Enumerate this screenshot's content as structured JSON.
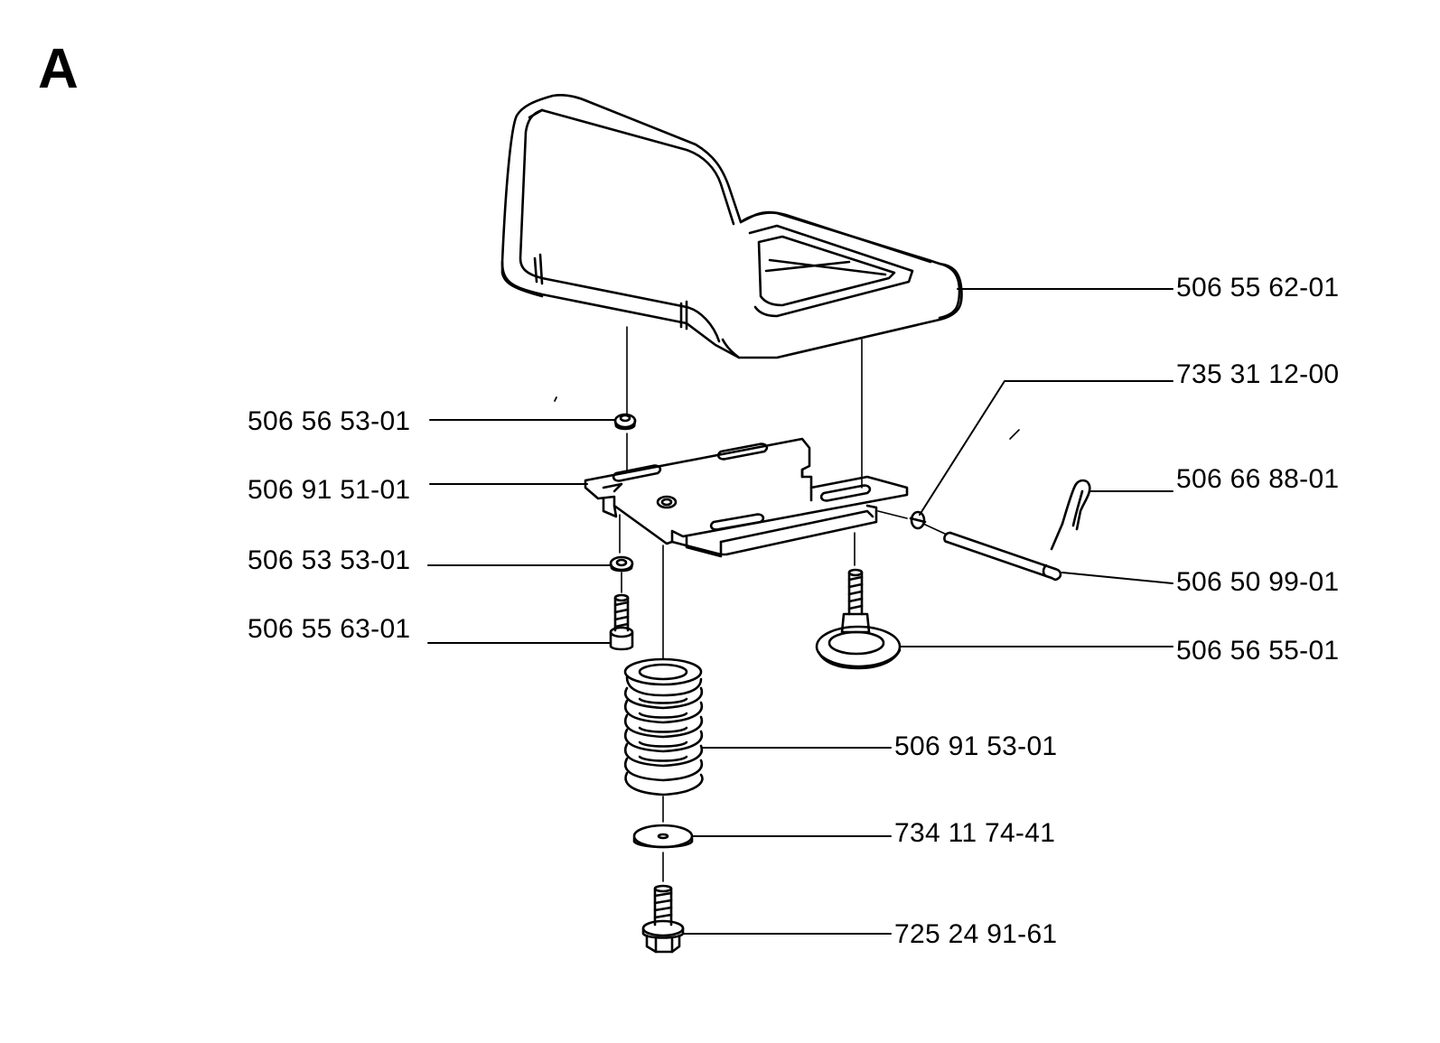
{
  "section_letter": "A",
  "parts": {
    "seat": {
      "number": "506 55 62-01"
    },
    "rubber_bushing": {
      "number": "506 56 53-01"
    },
    "seat_bracket": {
      "number": "506 91 51-01"
    },
    "washer_small": {
      "number": "506 53 53-01"
    },
    "screw": {
      "number": "506 55 63-01"
    },
    "spring": {
      "number": "506 91 53-01"
    },
    "washer_large": {
      "number": "734 11 74-41"
    },
    "flange_bolt": {
      "number": "725 24 91-61"
    },
    "lock_washer": {
      "number": "735 31 12-00"
    },
    "hair_pin": {
      "number": "506 66 88-01"
    },
    "pivot_pin": {
      "number": "506 50 99-01"
    },
    "adjusting_knob": {
      "number": "506 56 55-01"
    }
  }
}
